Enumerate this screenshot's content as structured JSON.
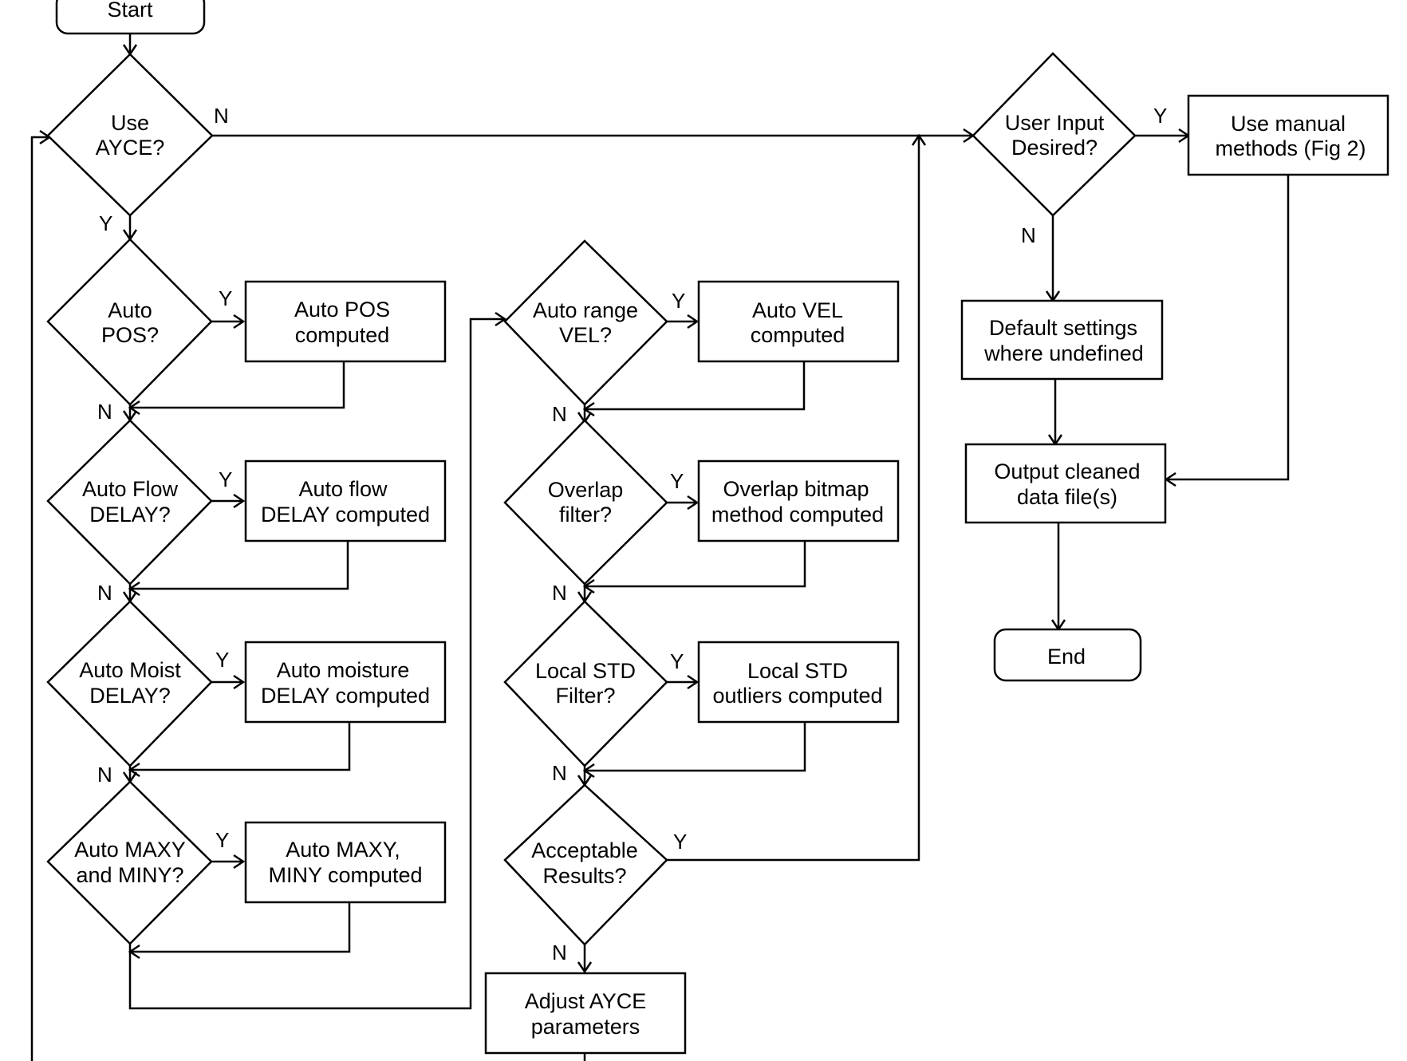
{
  "nodes": {
    "start": {
      "lines": [
        "Start"
      ]
    },
    "use_ayce": {
      "lines": [
        "Use",
        "AYCE?"
      ]
    },
    "auto_pos": {
      "lines": [
        "Auto",
        "POS?"
      ]
    },
    "auto_pos_c": {
      "lines": [
        "Auto POS",
        "computed"
      ]
    },
    "auto_flow": {
      "lines": [
        "Auto Flow",
        "DELAY?"
      ]
    },
    "auto_flow_c": {
      "lines": [
        "Auto flow",
        "DELAY computed"
      ]
    },
    "auto_moist": {
      "lines": [
        "Auto Moist",
        "DELAY?"
      ]
    },
    "auto_moist_c": {
      "lines": [
        "Auto moisture",
        "DELAY computed"
      ]
    },
    "auto_maxy": {
      "lines": [
        "Auto MAXY",
        "and MINY?"
      ]
    },
    "auto_maxy_c": {
      "lines": [
        "Auto MAXY,",
        "MINY computed"
      ]
    },
    "auto_vel": {
      "lines": [
        "Auto range",
        "VEL?"
      ]
    },
    "auto_vel_c": {
      "lines": [
        "Auto VEL",
        "computed"
      ]
    },
    "overlap": {
      "lines": [
        "Overlap",
        "filter?"
      ]
    },
    "overlap_c": {
      "lines": [
        "Overlap bitmap",
        "method computed"
      ]
    },
    "local_std": {
      "lines": [
        "Local STD",
        "Filter?"
      ]
    },
    "local_std_c": {
      "lines": [
        "Local STD",
        "outliers computed"
      ]
    },
    "acceptable": {
      "lines": [
        "Acceptable",
        "Results?"
      ]
    },
    "adjust": {
      "lines": [
        "Adjust AYCE",
        "parameters"
      ]
    },
    "user_input": {
      "lines": [
        "User Input",
        "Desired?"
      ]
    },
    "manual": {
      "lines": [
        "Use manual",
        "methods (Fig 2)"
      ]
    },
    "defaults": {
      "lines": [
        "Default settings",
        "where undefined"
      ]
    },
    "output": {
      "lines": [
        "Output cleaned",
        "data file(s)"
      ]
    },
    "end": {
      "lines": [
        "End"
      ]
    }
  },
  "edge_labels": {
    "use_ayce_no": "N",
    "use_ayce_yes": "Y",
    "auto_pos_yes": "Y",
    "auto_pos_no": "N",
    "auto_flow_yes": "Y",
    "auto_flow_no": "N",
    "auto_moist_yes": "Y",
    "auto_moist_no": "N",
    "auto_maxy_yes": "Y",
    "auto_vel_yes": "Y",
    "auto_vel_no": "N",
    "overlap_yes": "Y",
    "overlap_no": "N",
    "local_std_yes": "Y",
    "local_std_no": "N",
    "acceptable_yes": "Y",
    "acceptable_no": "N",
    "user_input_yes": "Y",
    "user_input_no": "N"
  }
}
